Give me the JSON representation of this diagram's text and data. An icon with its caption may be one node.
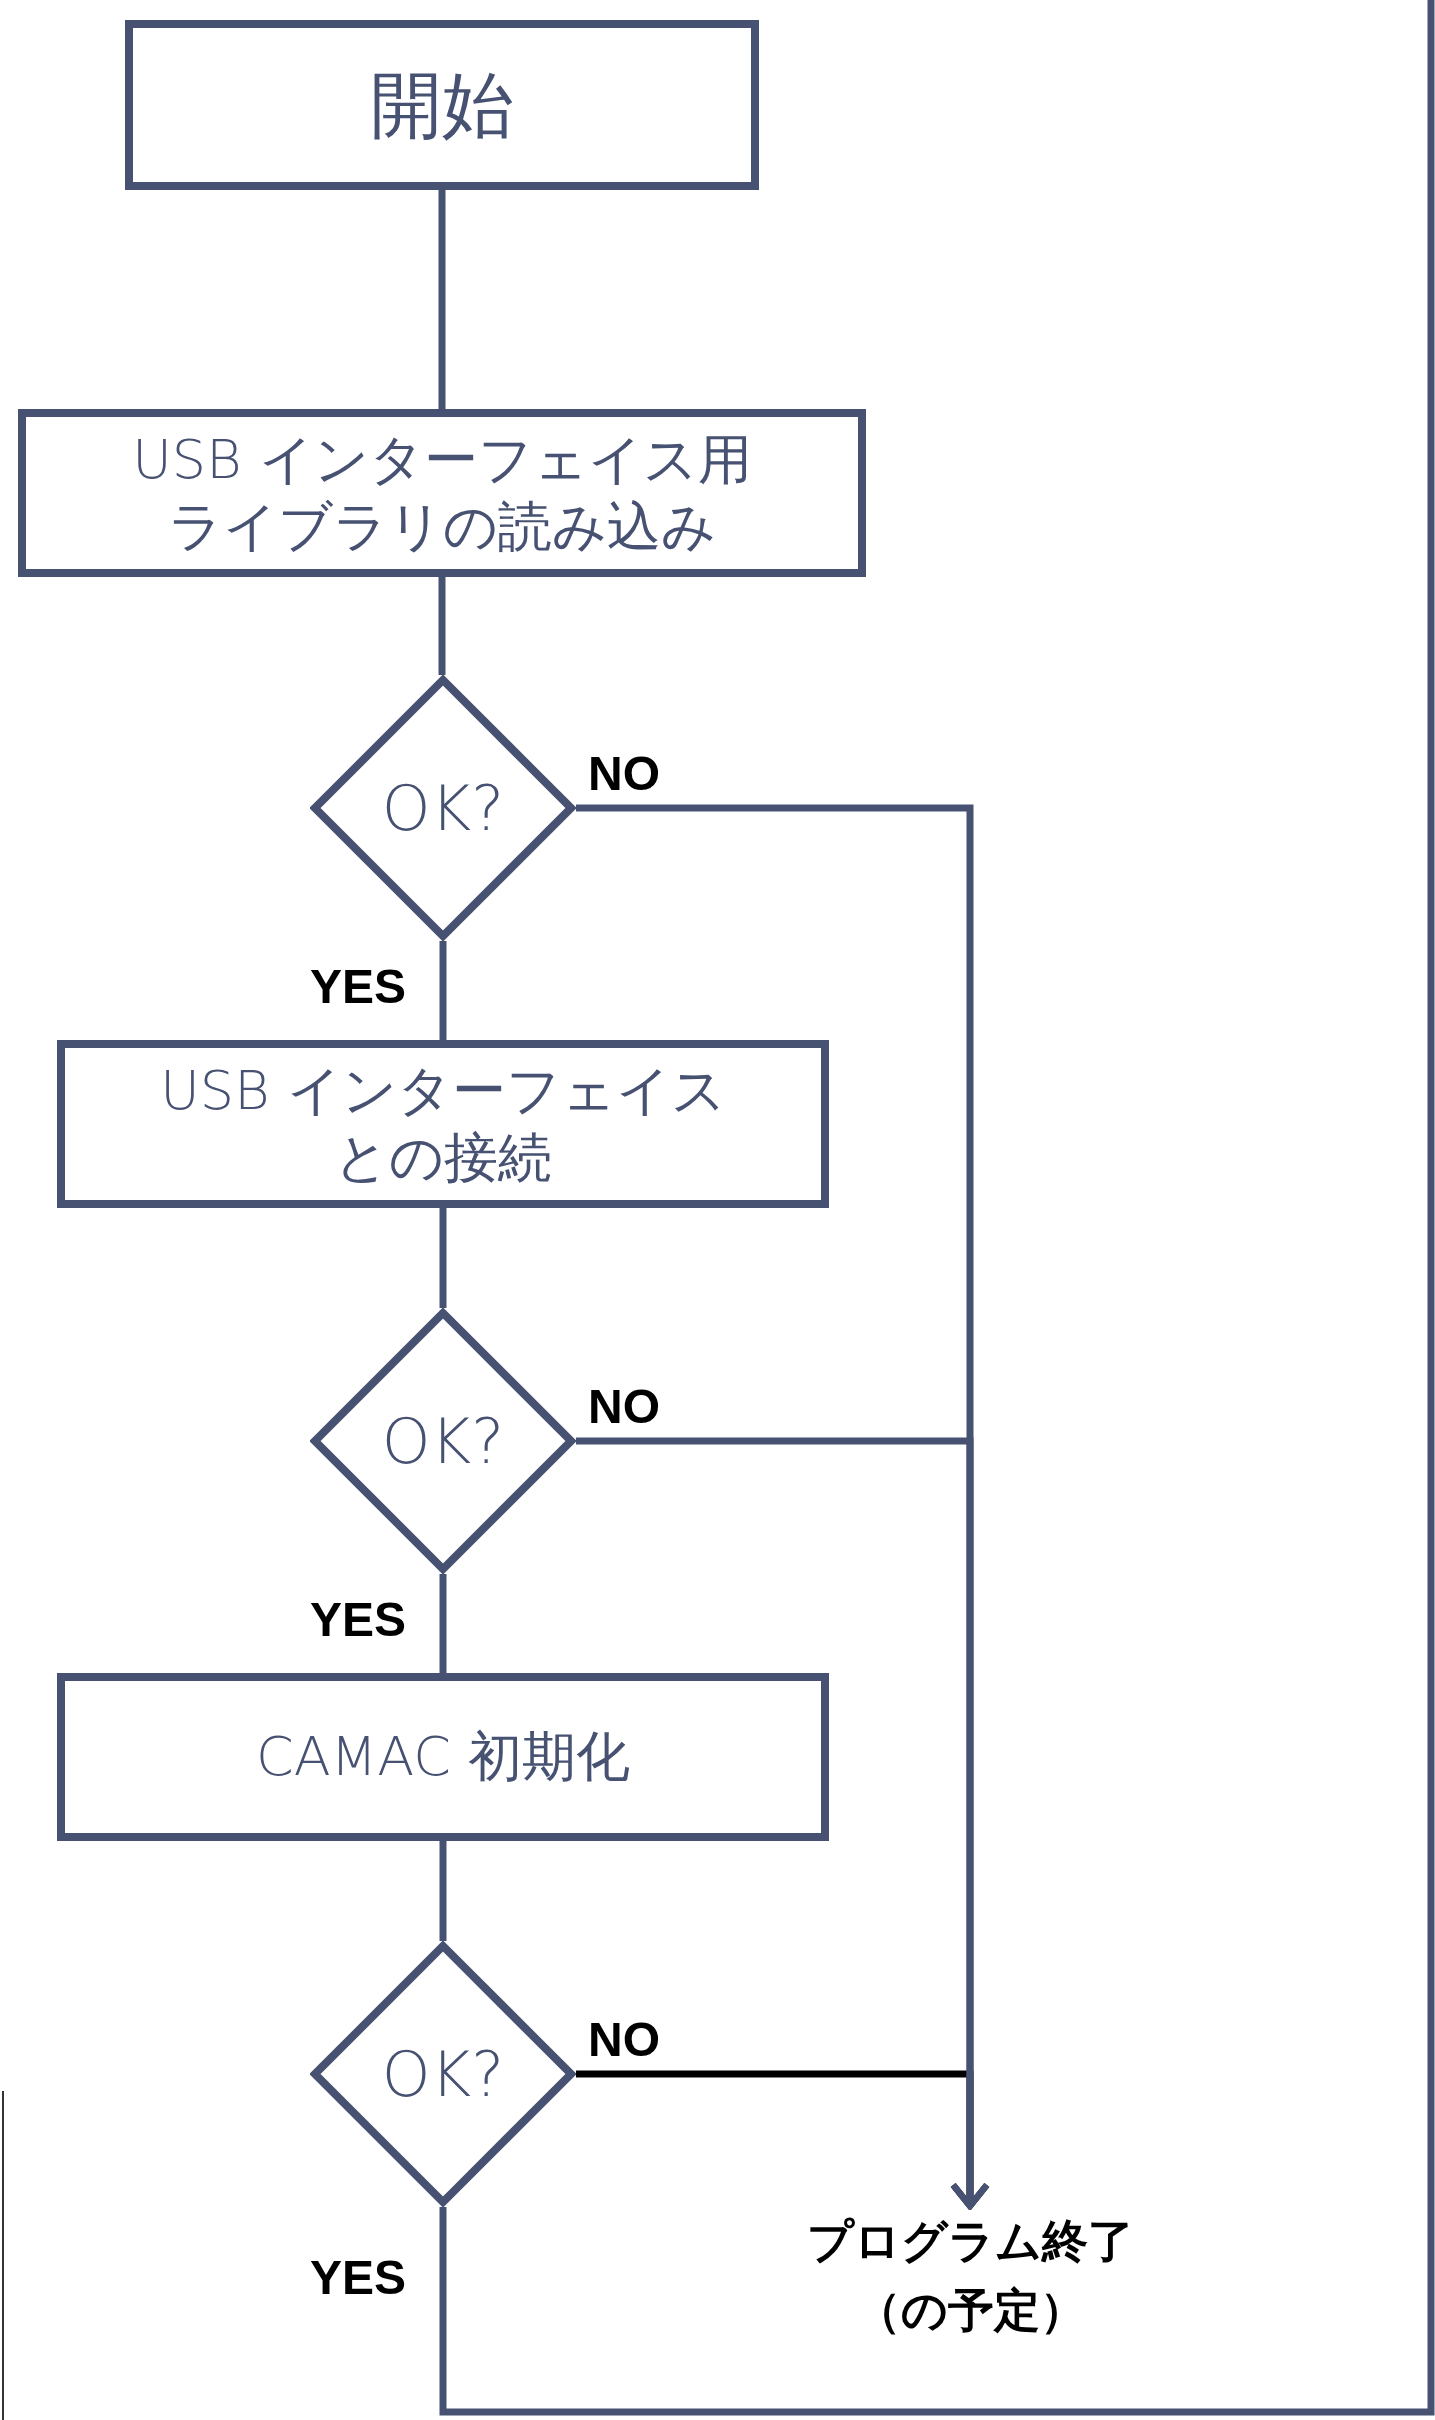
{
  "diagram": {
    "nodes": [
      {
        "text": [
          "開始"
        ]
      },
      {
        "text": [
          "USB インターフェイス用ライブラリの読み込み"
        ]
      },
      {
        "text": [
          "OK?"
        ]
      },
      {
        "text": [
          "USB インターフェイスとの接続"
        ]
      },
      {
        "text": [
          "OK?"
        ]
      },
      {
        "text": [
          "CAMAC 初期化"
        ]
      },
      {
        "text": [
          "OK?"
        ]
      },
      {
        "text": [
          "プログラム終了（の予定）"
        ]
      }
    ],
    "edges": [
      {
        "from": 0,
        "to": 1,
        "arrow": "none"
      },
      {
        "from": 1,
        "to": 2,
        "arrow": "none"
      },
      {
        "from": 2,
        "to": 3,
        "arrow": "none",
        "label": "YES"
      },
      {
        "from": 3,
        "to": 4,
        "arrow": "none"
      },
      {
        "from": 4,
        "to": 5,
        "arrow": "none",
        "label": "YES"
      },
      {
        "from": 5,
        "to": 6,
        "arrow": "none"
      },
      {
        "from": 6,
        "to": null,
        "arrow": "none",
        "label": "YES"
      },
      {
        "from": 6,
        "to": 7,
        "arrow": "to",
        "label": "NO",
        "color": "#000000"
      },
      {
        "from": 2,
        "to": 7,
        "arrow": "to",
        "label": "NO"
      },
      {
        "from": 4,
        "to": 7,
        "arrow": "to",
        "label": "NO"
      }
    ]
  }
}
